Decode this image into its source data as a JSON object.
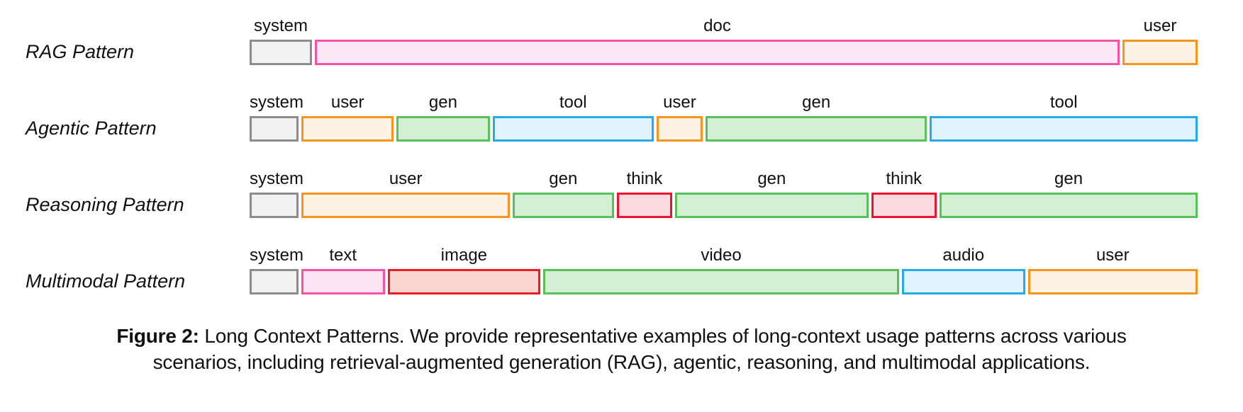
{
  "figure": {
    "background": "#ffffff",
    "text_color": "#111111"
  },
  "colors": {
    "system": {
      "fill": "#F1F1F1",
      "border": "#8C8C8C"
    },
    "doc": {
      "fill": "#FCE8F4",
      "border": "#F653A6"
    },
    "user": {
      "fill": "#FDF2E4",
      "border": "#F7941E"
    },
    "gen": {
      "fill": "#D4F0D4",
      "border": "#58C15C"
    },
    "tool": {
      "fill": "#E0F3FC",
      "border": "#25ACE8"
    },
    "think": {
      "fill": "#F9DADE",
      "border": "#EA152E"
    },
    "text": {
      "fill": "#FCE4F2",
      "border": "#F653A6"
    },
    "image": {
      "fill": "#FBD6D1",
      "border": "#EE1C24"
    },
    "video": {
      "fill": "#D4F0D4",
      "border": "#58C15C"
    },
    "audio": {
      "fill": "#E0F3FC",
      "border": "#25ACE8"
    }
  },
  "rows": [
    {
      "label": "RAG Pattern",
      "segments": [
        {
          "label": "system",
          "type": "system",
          "weight": 88
        },
        {
          "label": "doc",
          "type": "doc",
          "weight": 1135
        },
        {
          "label": "user",
          "type": "user",
          "weight": 106
        }
      ]
    },
    {
      "label": "Agentic Pattern",
      "segments": [
        {
          "label": "system",
          "type": "system",
          "weight": 69
        },
        {
          "label": "user",
          "type": "user",
          "weight": 130
        },
        {
          "label": "gen",
          "type": "gen",
          "weight": 131
        },
        {
          "label": "tool",
          "type": "tool",
          "weight": 227
        },
        {
          "label": "user",
          "type": "user",
          "weight": 65
        },
        {
          "label": "gen",
          "type": "gen",
          "weight": 312
        },
        {
          "label": "tool",
          "type": "tool",
          "weight": 377
        }
      ]
    },
    {
      "label": "Reasoning Pattern",
      "segments": [
        {
          "label": "system",
          "type": "system",
          "weight": 69
        },
        {
          "label": "user",
          "type": "user",
          "weight": 292
        },
        {
          "label": "gen",
          "type": "gen",
          "weight": 142
        },
        {
          "label": "think",
          "type": "think",
          "weight": 78
        },
        {
          "label": "gen",
          "type": "gen",
          "weight": 271
        },
        {
          "label": "think",
          "type": "think",
          "weight": 92
        },
        {
          "label": "gen",
          "type": "gen",
          "weight": 362
        }
      ]
    },
    {
      "label": "Multimodal Pattern",
      "segments": [
        {
          "label": "system",
          "type": "system",
          "weight": 69
        },
        {
          "label": "text",
          "type": "text",
          "weight": 118
        },
        {
          "label": "image",
          "type": "image",
          "weight": 216
        },
        {
          "label": "video",
          "type": "video",
          "weight": 503
        },
        {
          "label": "audio",
          "type": "audio",
          "weight": 174
        },
        {
          "label": "user",
          "type": "user",
          "weight": 240
        }
      ]
    }
  ],
  "caption": {
    "bold": "Figure 2:",
    "line1": "Long Context Patterns. We provide representative examples of long-context usage patterns across various",
    "line2": "scenarios, including retrieval-augmented generation (RAG), agentic, reasoning, and multimodal applications."
  }
}
